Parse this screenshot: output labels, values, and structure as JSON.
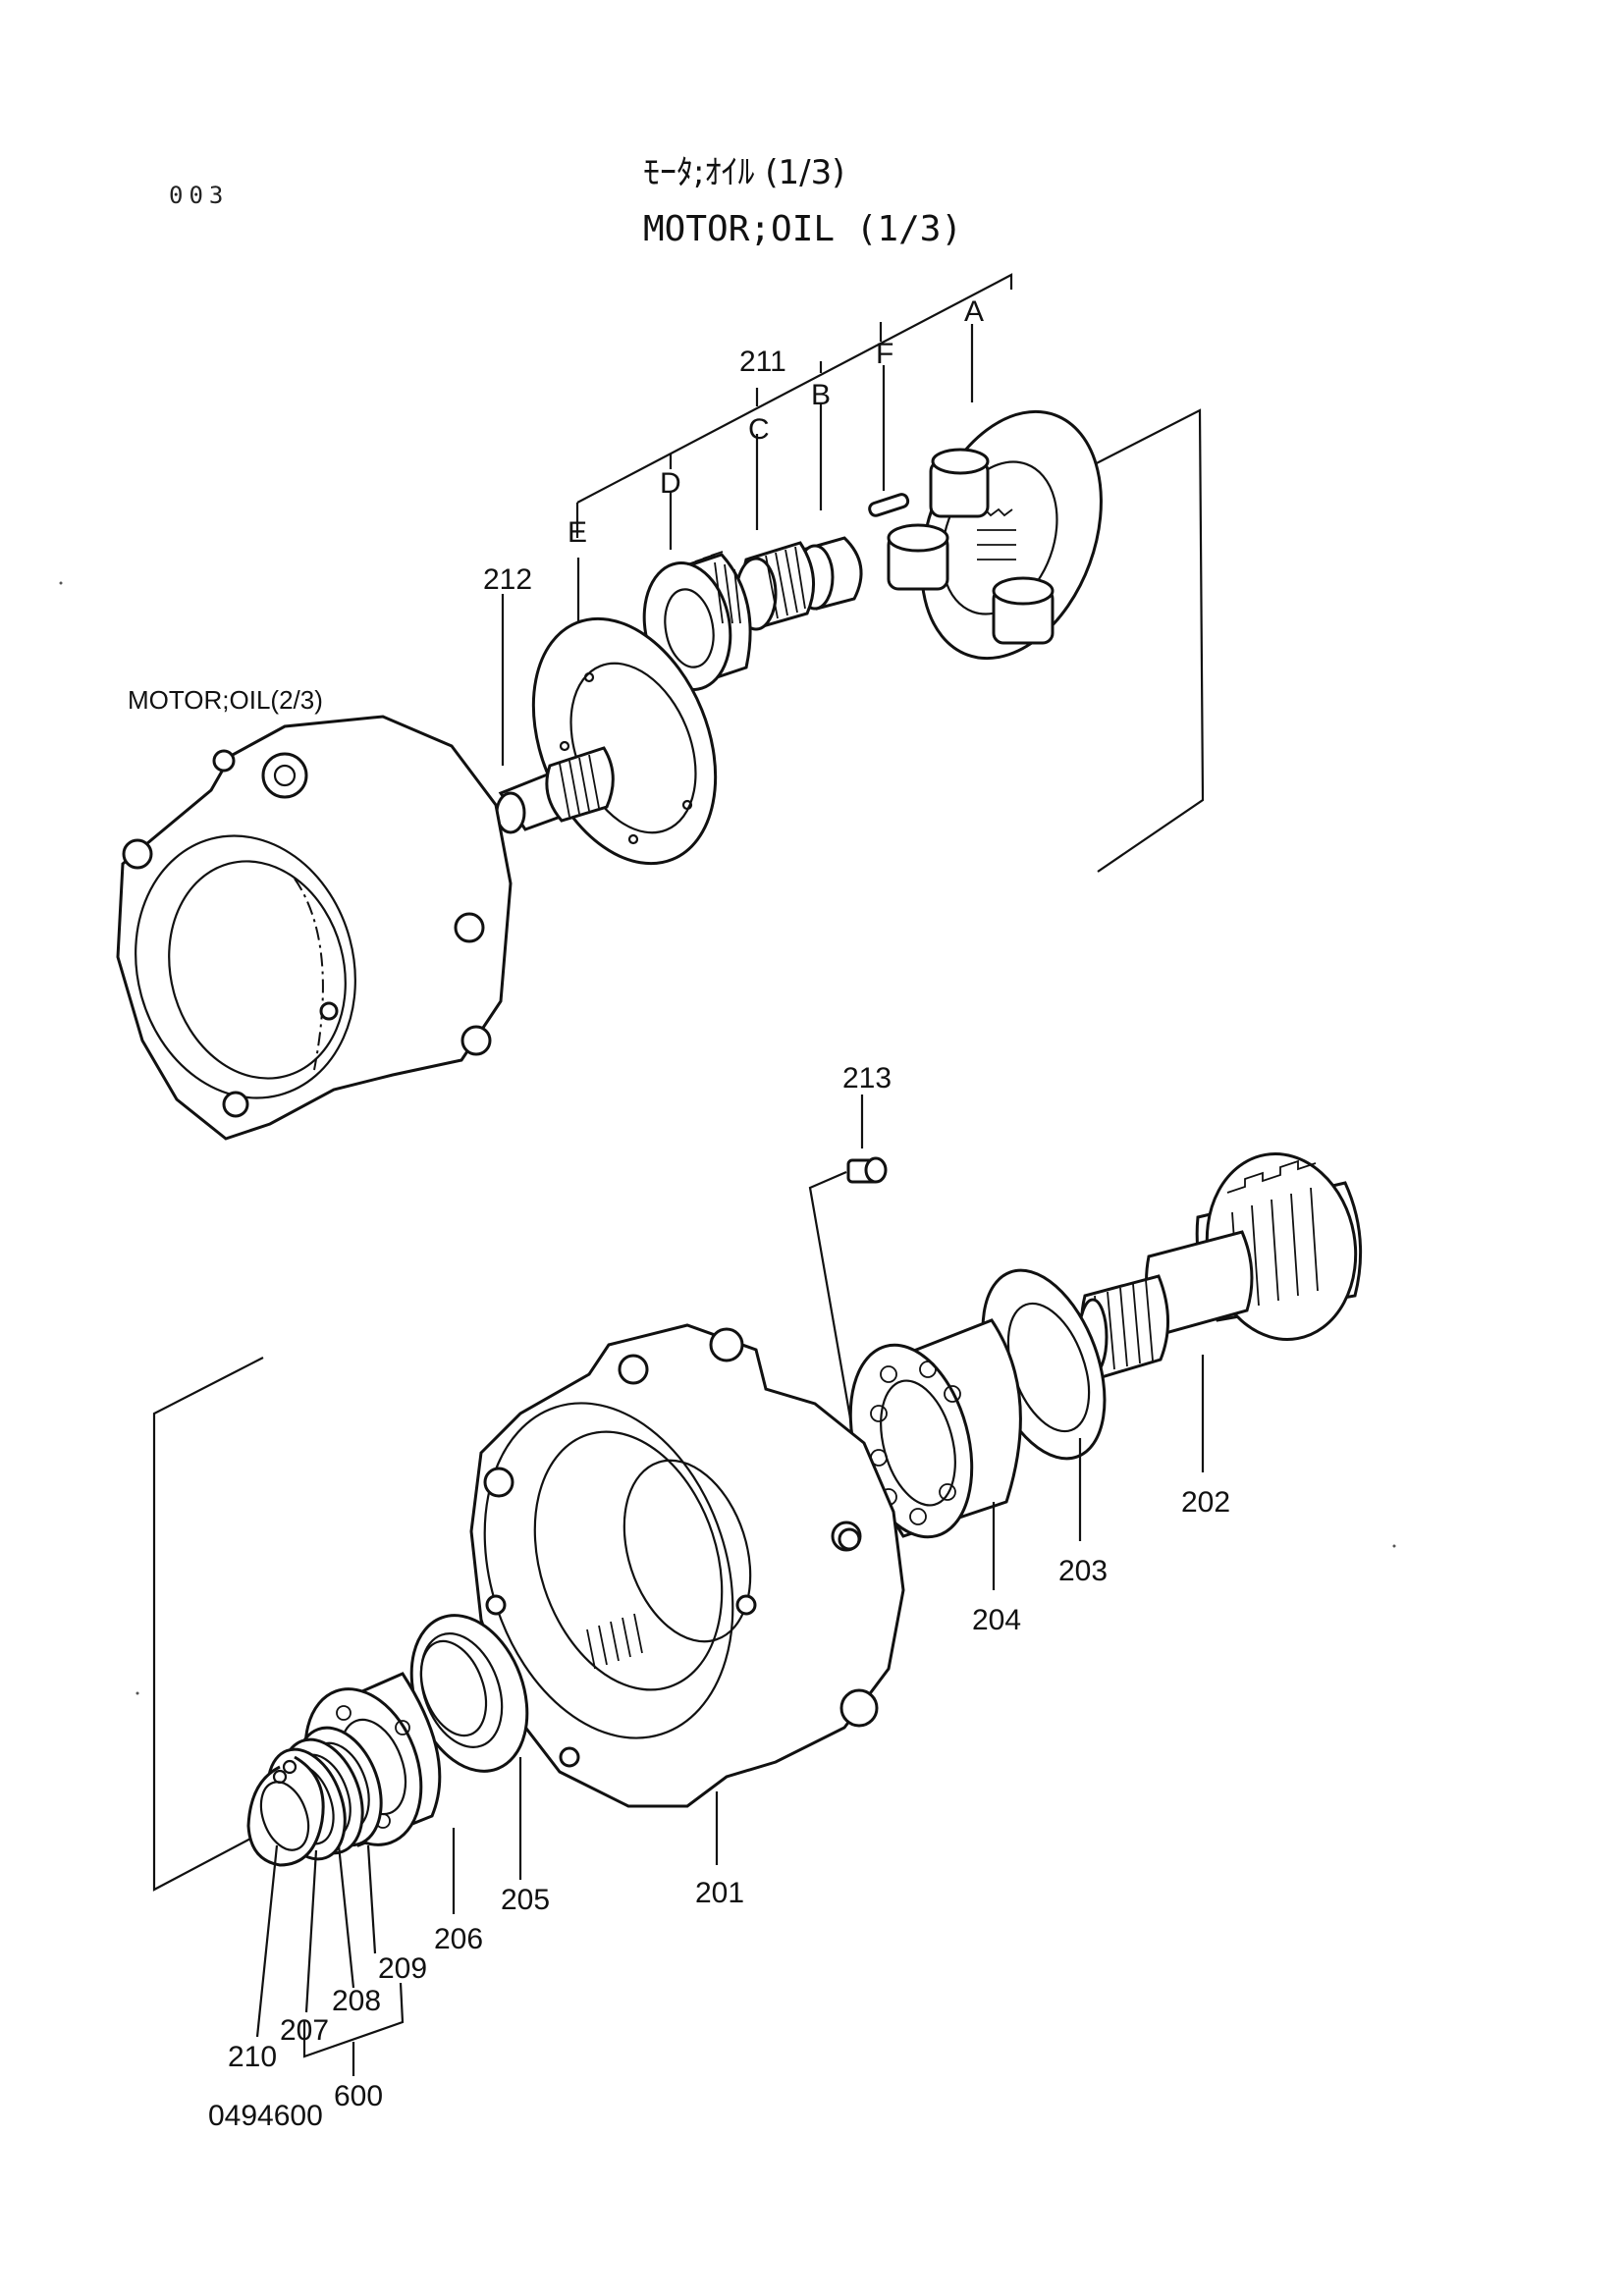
{
  "page": {
    "page_number": "003",
    "title_jp": "ﾓｰﾀ;ｵｲﾙ (1/3)",
    "title_en": "MOTOR;OIL (1/3)",
    "reference_label": "MOTOR;OIL(2/3)",
    "drawing_number": "0494600"
  },
  "callouts": {
    "c211": "211",
    "cA": "A",
    "cF": "F",
    "cB": "B",
    "cC": "C",
    "cD": "D",
    "cE": "E",
    "c212": "212",
    "c213": "213",
    "c202": "202",
    "c203": "203",
    "c204": "204",
    "c201": "201",
    "c205": "205",
    "c206": "206",
    "c209": "209",
    "c208": "208",
    "c207": "207",
    "c210": "210",
    "c600": "600"
  }
}
